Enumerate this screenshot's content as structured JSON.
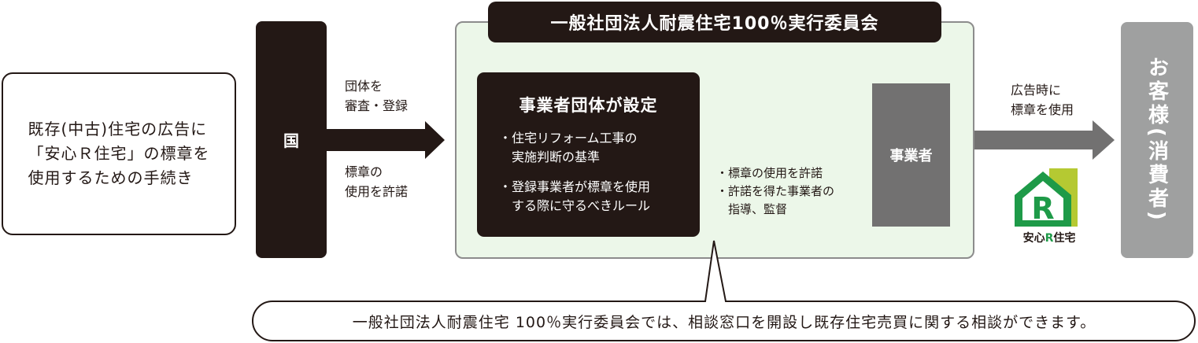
{
  "left_box": {
    "text": "既存(中古)住宅の広告に\n「安心Ｒ住宅」の標章を\n使用するための手続き"
  },
  "country": {
    "label": "国"
  },
  "arrow_country_to_org": {
    "upper_label": "団体を\n審査・登録",
    "lower_label": "標章の\n使用を許諾"
  },
  "committee": {
    "title": "一般社団法人耐震住宅100％実行委員会"
  },
  "org_box": {
    "title": "事業者団体が設定",
    "bullets": [
      "・住宅リフォーム工事の\n　実施判断の基準",
      "・登録事業者が標章を使用\n　する際に守るべきルール"
    ]
  },
  "middle_note": {
    "text": "・標章の使用を許諾\n・許諾を得た事業者の\n　指導、監督"
  },
  "business": {
    "label": "事業者"
  },
  "arrow_business_to_customer": {
    "label": "広告時に\n標章を使用"
  },
  "logo": {
    "caption_left": "安心",
    "caption_r": "R",
    "caption_right": "住宅"
  },
  "customer": {
    "label": "お客様(消費者)"
  },
  "bottom_bubble": {
    "text": "一般社団法人耐震住宅 100％実行委員会では、相談窓口を開設し既存住宅売買に関する相談ができます。"
  },
  "colors": {
    "dark": "#231815",
    "mid_gray": "#727171",
    "light_gray": "#9fa0a0",
    "committee_bg": "#ecf7e9",
    "logo_green": "#1e9a48",
    "logo_lime": "#b5c932"
  }
}
